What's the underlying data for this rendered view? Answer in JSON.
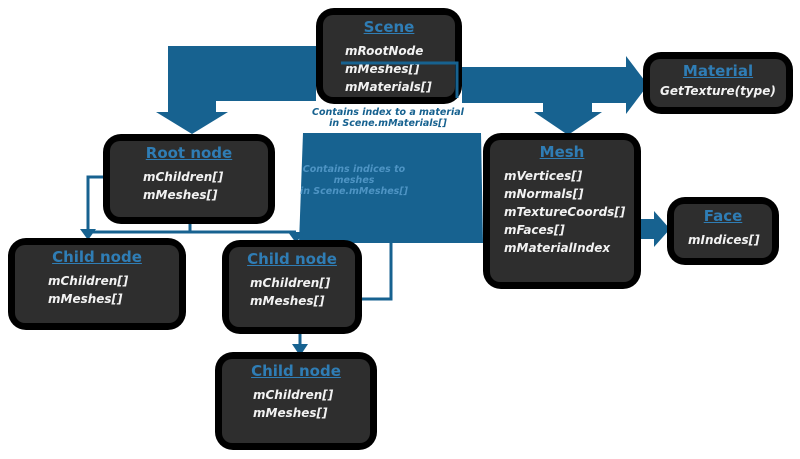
{
  "colors": {
    "background": "#ffffff",
    "arrow_blue": "#176290",
    "title_blue": "#2f7db5",
    "box_outer": "#000000",
    "box_inner": "#2e2e2e",
    "member_text": "#f2f2f2",
    "note_dark_blue": "#16618f",
    "note_light_blue": "#4e94c4"
  },
  "nodes": {
    "scene": {
      "title": "Scene",
      "members": [
        "mRootNode",
        "mMeshes[]",
        "mMaterials[]"
      ]
    },
    "material": {
      "title": "Material",
      "members": [
        "GetTexture(type)"
      ]
    },
    "mesh": {
      "title": "Mesh",
      "members": [
        "mVertices[]",
        "mNormals[]",
        "mTextureCoords[]",
        "mFaces[]",
        "mMaterialIndex"
      ]
    },
    "face": {
      "title": "Face",
      "members": [
        "mIndices[]"
      ]
    },
    "root_node": {
      "title": "Root node",
      "members": [
        "mChildren[]",
        "mMeshes[]"
      ]
    },
    "child_node_1": {
      "title": "Child node",
      "members": [
        "mChildren[]",
        "mMeshes[]"
      ]
    },
    "child_node_2": {
      "title": "Child node",
      "members": [
        "mChildren[]",
        "mMeshes[]"
      ]
    },
    "child_node_3": {
      "title": "Child node",
      "members": [
        "mChildren[]",
        "mMeshes[]"
      ]
    }
  },
  "notes": {
    "material_note": {
      "line1": "Contains index to a material",
      "line2": "in Scene.mMaterials[]"
    },
    "mesh_note": {
      "line1": "Contains indices to meshes",
      "line2": "in Scene.mMeshes[]"
    }
  }
}
